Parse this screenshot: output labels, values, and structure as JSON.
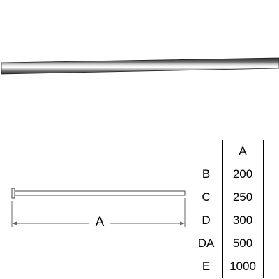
{
  "diagram": {
    "dimension_label": "A"
  },
  "table": {
    "header": [
      "",
      "A"
    ],
    "rows": [
      {
        "code": "B",
        "value": "200"
      },
      {
        "code": "C",
        "value": "250"
      },
      {
        "code": "D",
        "value": "300"
      },
      {
        "code": "DA",
        "value": "500"
      },
      {
        "code": "E",
        "value": "1000"
      }
    ]
  }
}
